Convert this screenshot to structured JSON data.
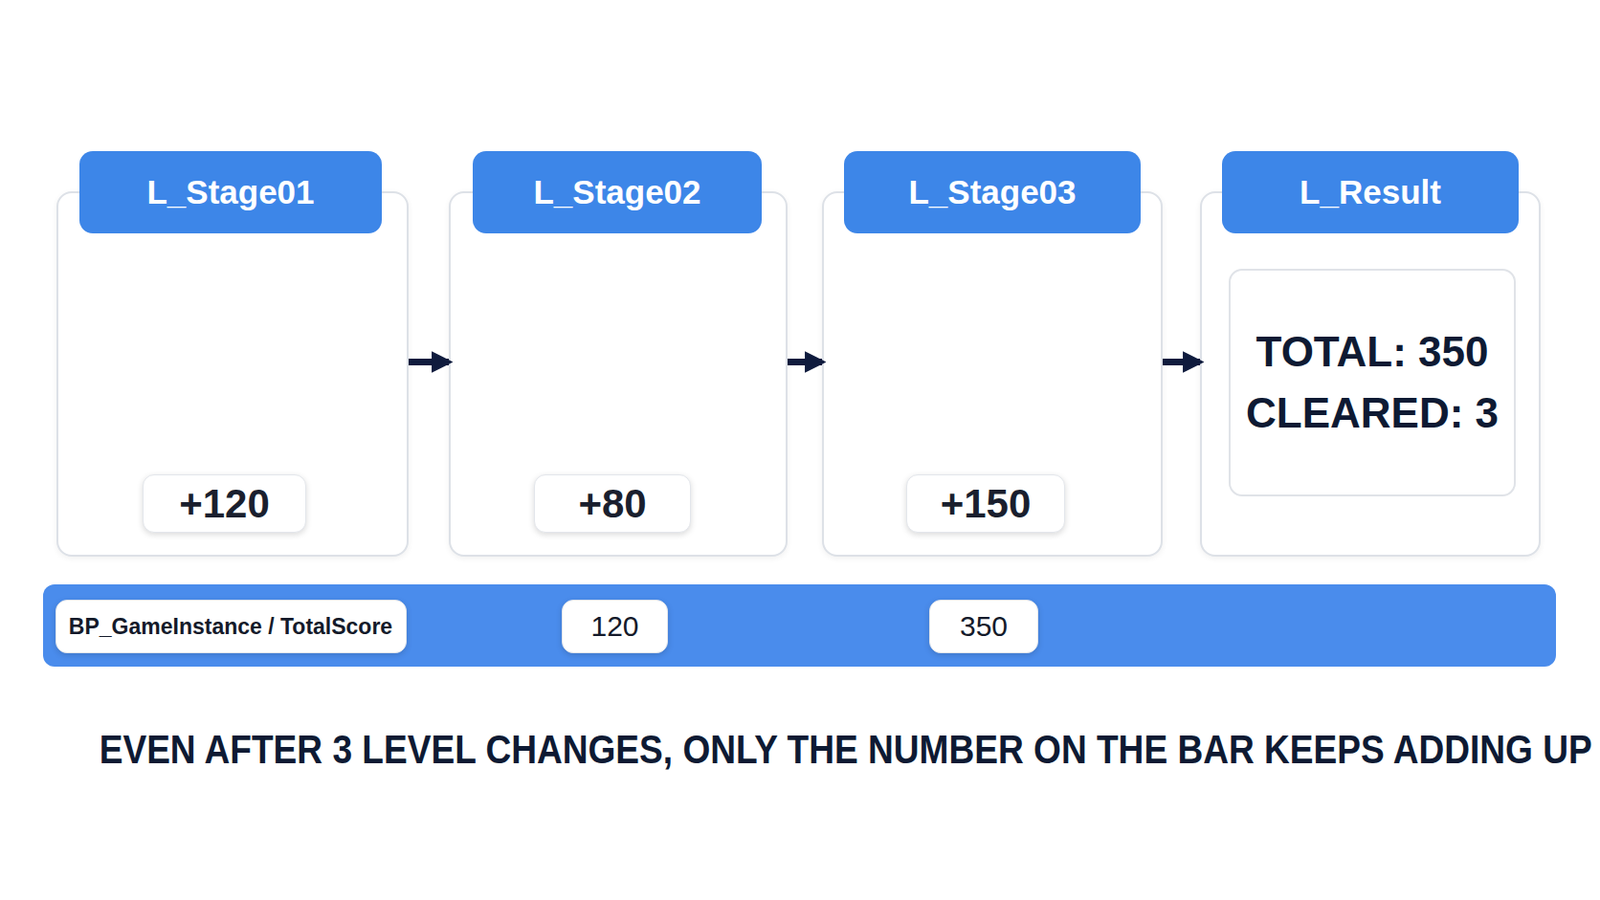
{
  "diagram": {
    "caption": "EVEN AFTER 3 LEVEL CHANGES, ONLY THE NUMBER ON THE BAR KEEPS ADDING UP",
    "nodes": [
      {
        "text": [
          "L_Stage01"
        ]
      },
      {
        "text": [
          "+120"
        ],
        "in": 0
      },
      {
        "text": [
          "L_Stage02"
        ]
      },
      {
        "text": [
          "+80"
        ],
        "in": 2
      },
      {
        "text": [
          "L_Stage03"
        ]
      },
      {
        "text": [
          "+150"
        ],
        "in": 4
      },
      {
        "text": [
          "L_Result"
        ]
      },
      {
        "text": [
          "TOTAL: 350",
          "CLEARED: 3"
        ],
        "in": 6
      },
      {
        "text": [
          "BP_GameInstance / TotalScore"
        ]
      },
      {
        "text": [
          "120"
        ]
      },
      {
        "text": [
          "350"
        ]
      }
    ],
    "edges": [
      {
        "from": 0,
        "to": 2,
        "arrow": "to"
      },
      {
        "from": 2,
        "to": 4,
        "arrow": "to"
      },
      {
        "from": 4,
        "to": 6,
        "arrow": "to"
      }
    ]
  }
}
